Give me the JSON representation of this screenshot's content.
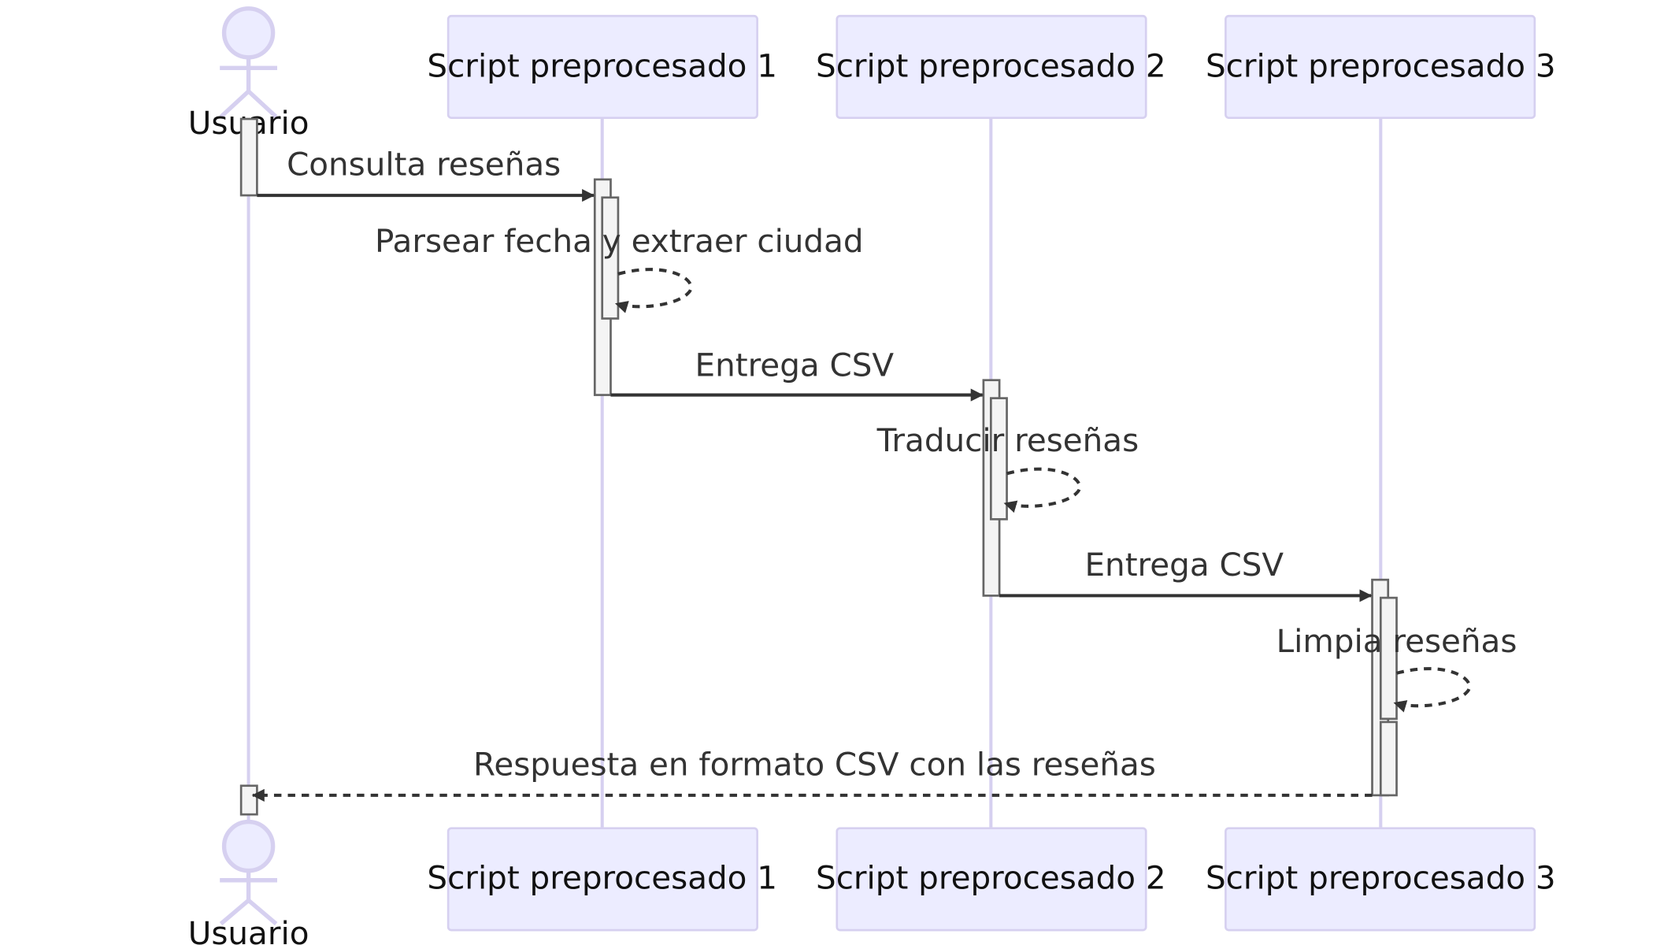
{
  "diagram": {
    "type": "sequence",
    "participants": [
      {
        "id": "usuario",
        "label": "Usuario",
        "kind": "actor"
      },
      {
        "id": "s1",
        "label": "Script preprocesado 1",
        "kind": "participant"
      },
      {
        "id": "s2",
        "label": "Script preprocesado 2",
        "kind": "participant"
      },
      {
        "id": "s3",
        "label": "Script preprocesado 3",
        "kind": "participant"
      }
    ],
    "messages": [
      {
        "from": "usuario",
        "to": "s1",
        "text": "Consulta reseñas",
        "style": "solid"
      },
      {
        "from": "s1",
        "to": "s1",
        "text": "Parsear fecha y extraer ciudad",
        "style": "dashed-self"
      },
      {
        "from": "s1",
        "to": "s2",
        "text": "Entrega CSV",
        "style": "solid"
      },
      {
        "from": "s2",
        "to": "s2",
        "text": "Traducir reseñas",
        "style": "dashed-self"
      },
      {
        "from": "s2",
        "to": "s3",
        "text": "Entrega CSV",
        "style": "solid"
      },
      {
        "from": "s3",
        "to": "s3",
        "text": "Limpia reseñas",
        "style": "dashed-self"
      },
      {
        "from": "s3",
        "to": "usuario",
        "text": "Respuesta en formato CSV con las reseñas",
        "style": "dashed"
      }
    ],
    "colors": {
      "participant_fill": "#ececff",
      "participant_stroke": "#d6d0f0",
      "lifeline": "#d6d0f0",
      "activation_fill": "#f4f4f4",
      "arrow": "#333333"
    }
  }
}
